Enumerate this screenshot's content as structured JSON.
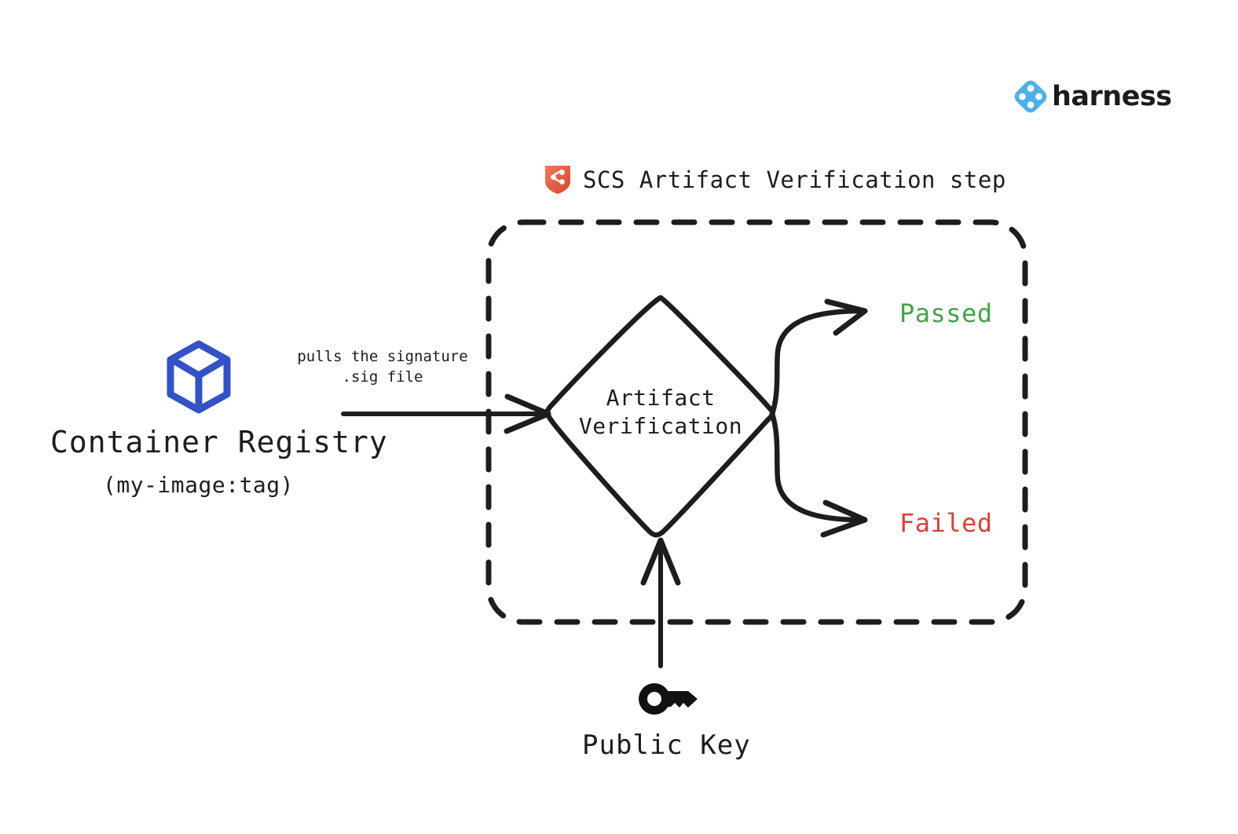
{
  "brand": {
    "logo_icon": "harness-diamond-logo-icon",
    "name": "harness",
    "color": "#4fb0e8"
  },
  "step": {
    "icon": "scs-shield-icon",
    "icon_color": "#e2573f",
    "title": "SCS Artifact Verification step",
    "border_style": "dashed"
  },
  "nodes": {
    "registry": {
      "icon": "container-cube-icon",
      "icon_color": "#3352c4",
      "title": "Container Registry",
      "subtitle": "(my-image:tag)"
    },
    "decision": {
      "shape": "diamond",
      "line1": "Artifact",
      "line2": "Verification"
    },
    "public_key": {
      "icon": "key-icon",
      "label": "Public Key"
    }
  },
  "edges": {
    "registry_to_decision": {
      "label_line1": "pulls the signature",
      "label_line2": ".sig file"
    }
  },
  "outcomes": [
    {
      "label": "Passed",
      "color": "#46a04a"
    },
    {
      "label": "Failed",
      "color": "#d0443b"
    }
  ],
  "colors": {
    "stroke": "#1d1d1d",
    "background": "#ffffff"
  }
}
